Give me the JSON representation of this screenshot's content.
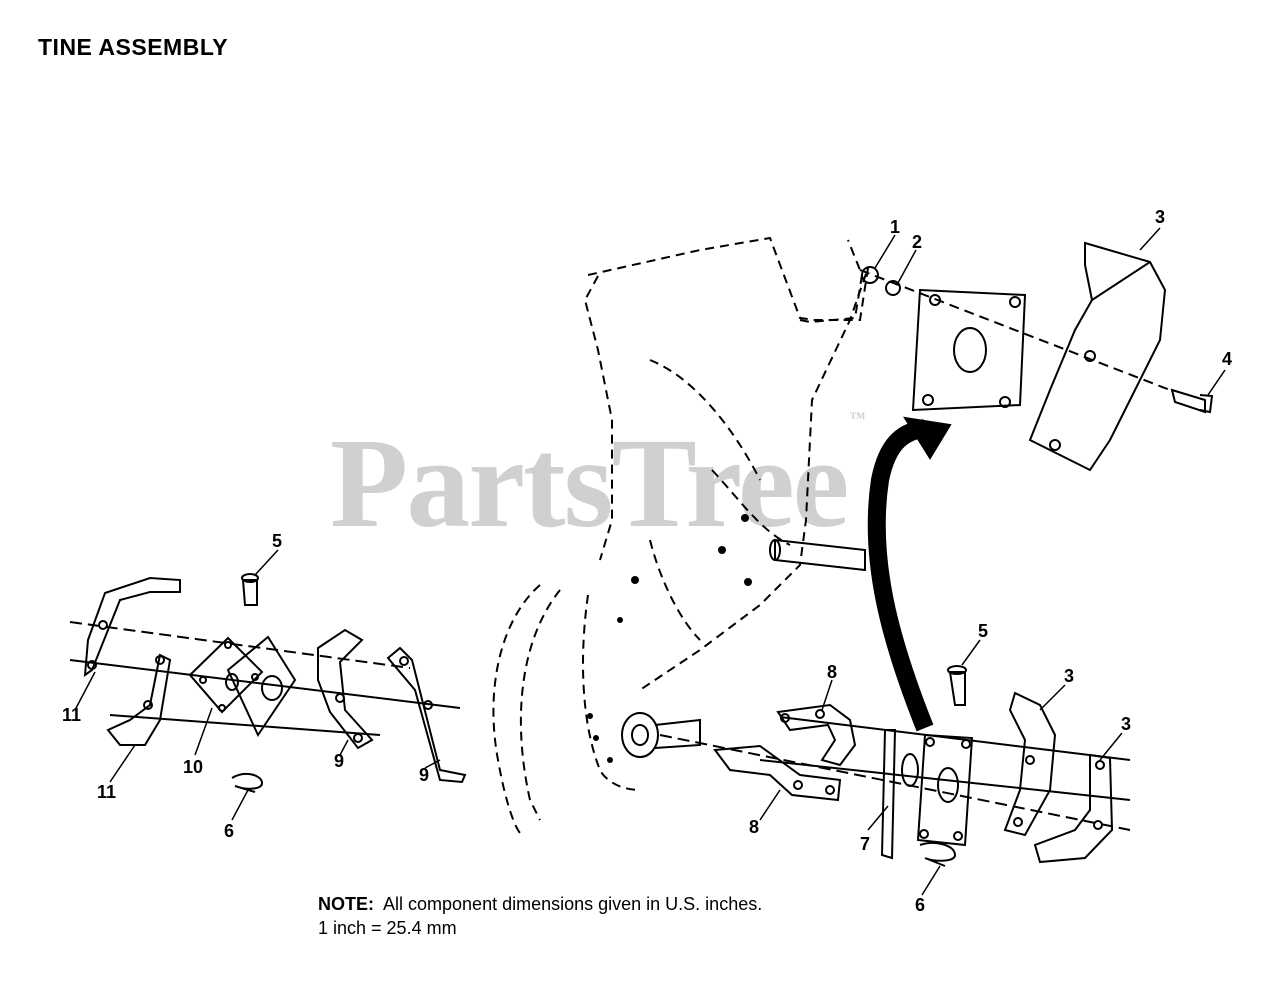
{
  "title": "TINE ASSEMBLY",
  "watermark": {
    "text": "PartsTree",
    "mark": "™"
  },
  "callouts": [
    "1",
    "2",
    "3",
    "4",
    "5",
    "5",
    "8",
    "3",
    "3",
    "11",
    "11",
    "10",
    "9",
    "9",
    "6",
    "8",
    "7",
    "6"
  ],
  "note": {
    "label": "NOTE:",
    "line1": "All component dimensions given in U.S. inches.",
    "line2": "1 inch = 25.4 mm"
  }
}
